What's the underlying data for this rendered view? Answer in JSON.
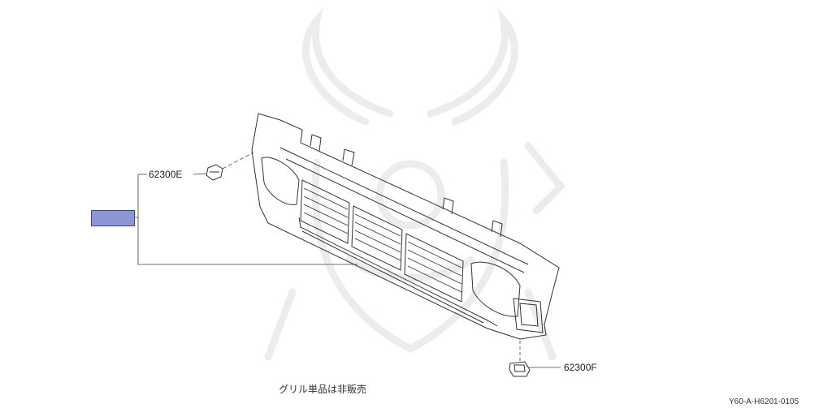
{
  "diagram": {
    "parts": [
      {
        "code": "62300E"
      },
      {
        "code": "62300F"
      }
    ],
    "note": "グリル単品は非販売",
    "figure_code": "Y60-A-H6201-0105",
    "highlight_color": "#8d96d6"
  }
}
